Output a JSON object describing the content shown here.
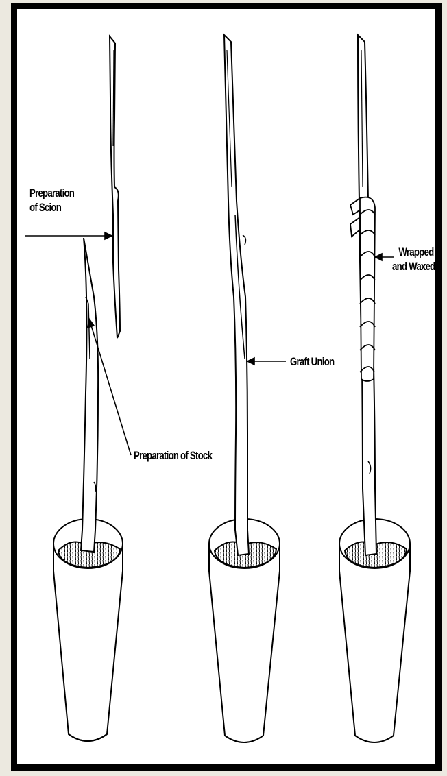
{
  "labels": {
    "scion_line1": "Preparation",
    "scion_line2": "of Scion",
    "stock": "Preparation of Stock",
    "graft_union": "Graft Union",
    "wrapped_line1": "Wrapped",
    "wrapped_line2": "and Waxed"
  },
  "colors": {
    "border": "#000000",
    "outer_background": "#ece9e0",
    "drawing_background": "#ffffff",
    "ink": "#000000"
  }
}
